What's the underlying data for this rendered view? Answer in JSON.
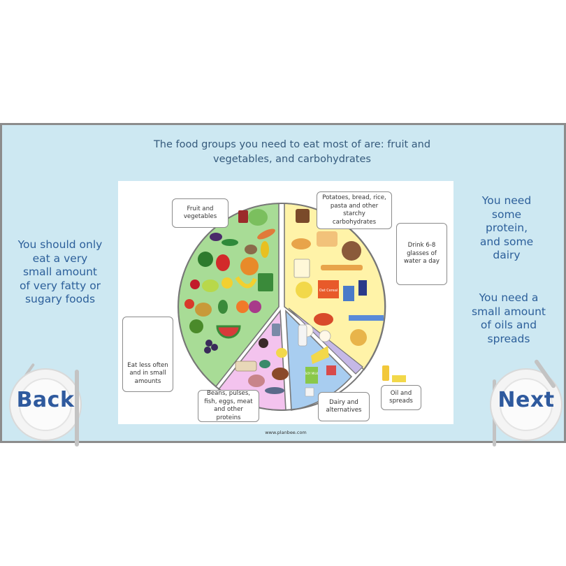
{
  "heading": "The food groups you need to eat most of are: fruit and vegetables, and carbohydrates",
  "left_text": "You should only eat a very small amount of very fatty or sugary foods",
  "right_top_text": "You need some protein, and some dairy",
  "right_bottom_text": "You need a small amount of oils and spreads",
  "buttons": {
    "back": "Back",
    "next": "Next"
  },
  "eatwell": {
    "fruit_veg": "Fruit and vegetables",
    "carbs": "Potatoes, bread, rice, pasta and other starchy carbohydrates",
    "water": "Drink 6-8 glasses of water a day",
    "treats": "Eat less often and in small amounts",
    "protein": "Beans, pulses, fish, eggs, meat and other proteins",
    "dairy": "Dairy and alternatives",
    "oil": "Oil and spreads",
    "website": "www.planbee.com",
    "product_labels": {
      "cereal": "Oat Cereal",
      "milk": "SOY MILK"
    }
  },
  "colors": {
    "background": "#cde8f2",
    "heading_text": "#355a7c",
    "side_text": "#2c5f9a",
    "fruit_veg_segment": "#a8dc96",
    "carbs_segment": "#fff3a8",
    "protein_segment": "#f3c3ee",
    "dairy_segment": "#a8cdf0",
    "oil_segment": "#c5b8e6"
  }
}
